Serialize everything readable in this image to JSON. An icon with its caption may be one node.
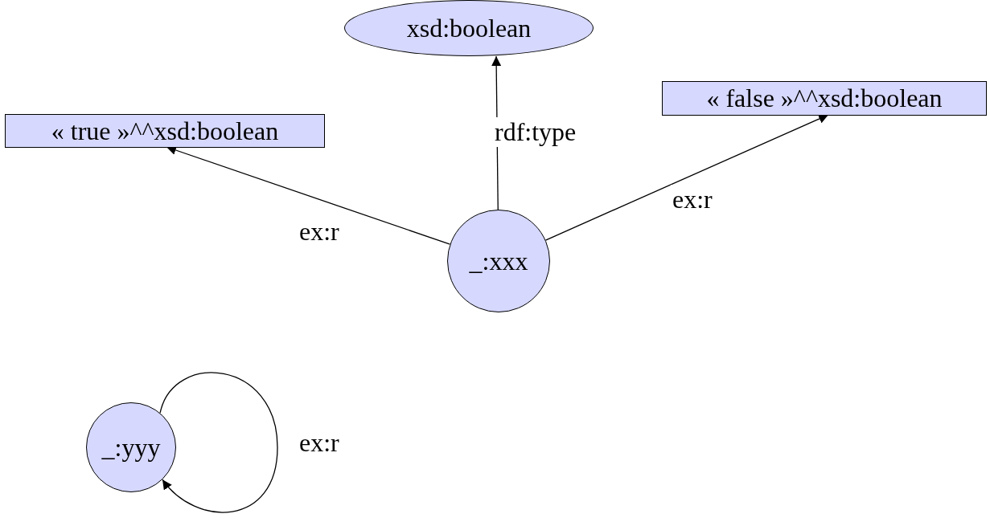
{
  "diagram": {
    "nodes": [
      {
        "text": [
          "xsd:boolean"
        ]
      },
      {
        "text": [
          "« true »^^xsd:boolean"
        ]
      },
      {
        "text": [
          "« false »^^xsd:boolean"
        ]
      },
      {
        "text": [
          "_:xxx"
        ]
      },
      {
        "text": [
          "_:yyy"
        ]
      }
    ],
    "edges": [
      {
        "from": 3,
        "to": 1,
        "arrow": "to",
        "label": "ex:r"
      },
      {
        "from": 3,
        "to": 0,
        "arrow": "to",
        "label": "rdf:type"
      },
      {
        "from": 3,
        "to": 2,
        "arrow": "to",
        "label": "ex:r"
      },
      {
        "from": 4,
        "to": 4,
        "arrow": "to",
        "label": "ex:r"
      }
    ]
  }
}
